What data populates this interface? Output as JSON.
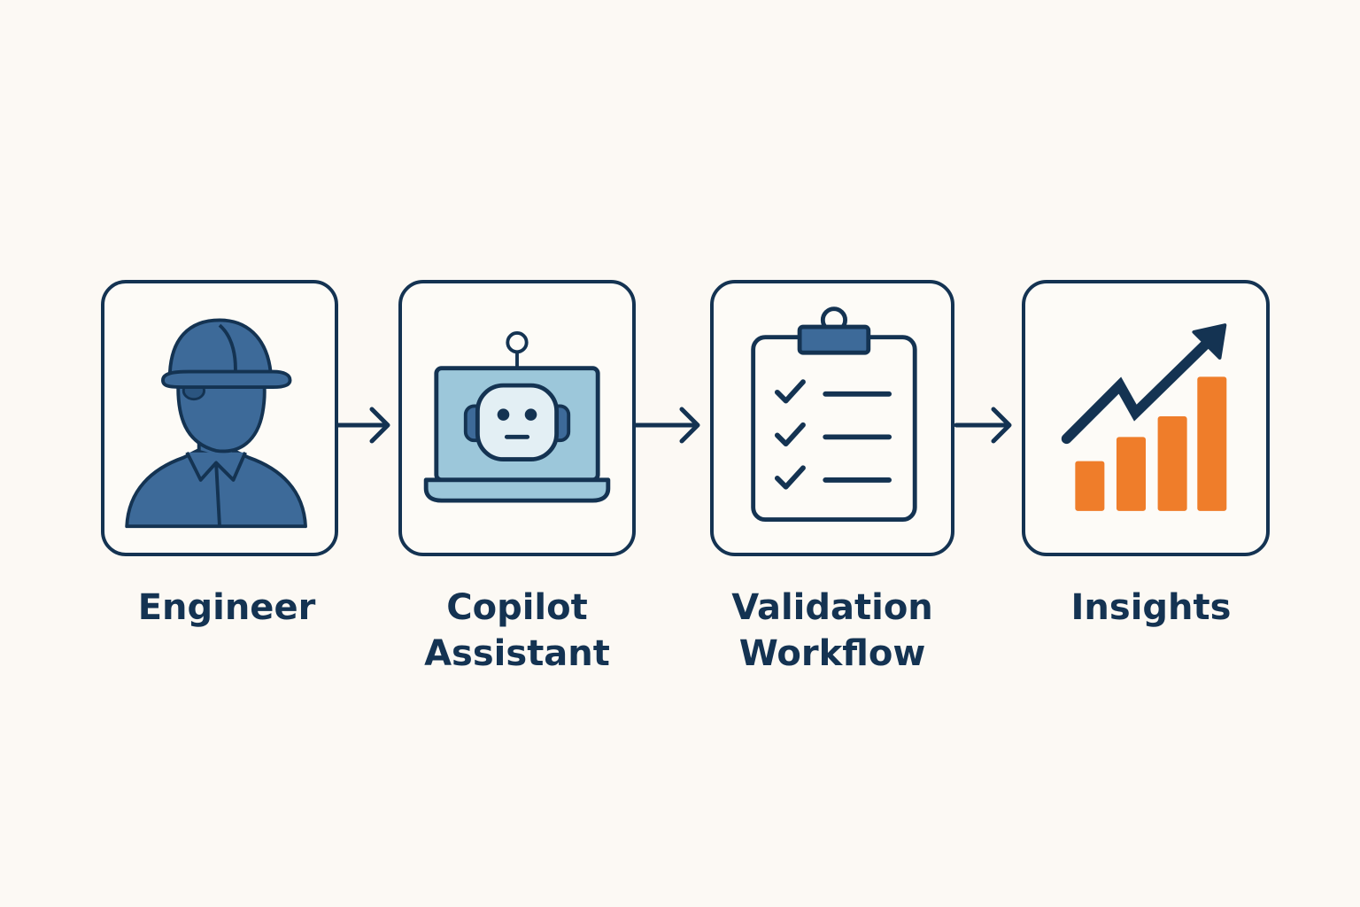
{
  "colors": {
    "background": "#fcf9f4",
    "outline": "#143352",
    "person_blue": "#3d6a99",
    "screen_blue": "#9cc7da",
    "accent_orange": "#ef7d2a"
  },
  "steps": [
    {
      "icon": "engineer-hard-hat-icon",
      "label_lines": [
        "Engineer"
      ]
    },
    {
      "icon": "robot-laptop-icon",
      "label_lines": [
        "Copilot",
        "Assistant"
      ]
    },
    {
      "icon": "clipboard-checklist-icon",
      "label_lines": [
        "Validation",
        "Workflow"
      ]
    },
    {
      "icon": "growth-chart-icon",
      "label_lines": [
        "Insights"
      ]
    }
  ]
}
